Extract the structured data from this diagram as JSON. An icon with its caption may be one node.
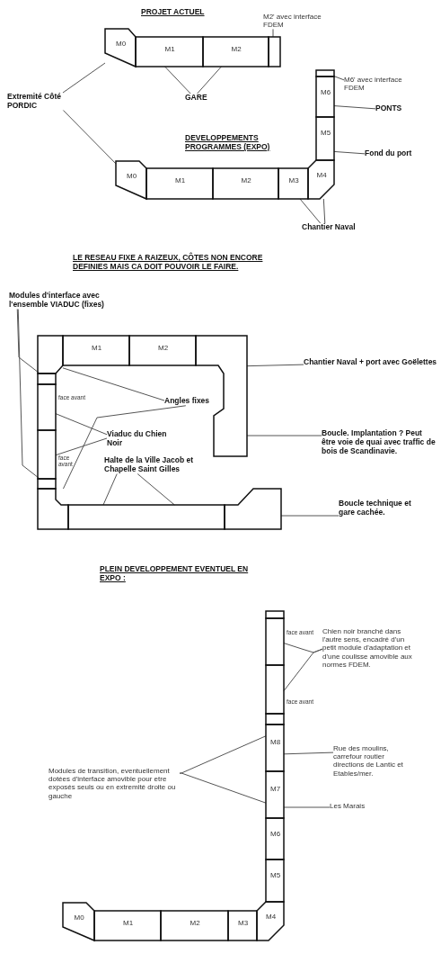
{
  "diagram": {
    "nodes": [
      {
        "text": [
          "M0"
        ]
      },
      {
        "text": [
          "M1"
        ]
      },
      {
        "text": [
          "M2"
        ]
      },
      {
        "text": [],
        "shape": "box"
      },
      {
        "text": [
          "M2' avec interface FDEM"
        ]
      },
      {
        "text": [
          "Extremité Côté PORDIC"
        ]
      },
      {
        "text": [
          "GARE"
        ]
      },
      {
        "text": [],
        "shape": "box"
      },
      {
        "text": [
          "M6' avec interface FDEM"
        ]
      },
      {
        "text": [
          "M6"
        ]
      },
      {
        "text": [
          "PONTS"
        ]
      },
      {
        "text": [
          "M5"
        ]
      },
      {
        "text": [
          "Fond du port"
        ]
      },
      {
        "text": [
          "M0"
        ]
      },
      {
        "text": [
          "M1"
        ]
      },
      {
        "text": [
          "M2"
        ]
      },
      {
        "text": [
          "M3"
        ]
      },
      {
        "text": [
          "M4"
        ]
      },
      {
        "text": [
          "Chantier Naval"
        ]
      },
      {
        "text": [
          "Modules d'interface avec l'ensemble VIADUC (fixes)"
        ]
      },
      {
        "text": [],
        "shape": "box"
      },
      {
        "text": [
          "M1"
        ]
      },
      {
        "text": [
          "M2"
        ]
      },
      {
        "text": [],
        "shape": "box"
      },
      {
        "text": [
          "Chantier Naval + port avec Goëlettes"
        ]
      },
      {
        "text": [],
        "shape": "box"
      },
      {
        "text": [],
        "shape": "box",
        "beside": [
          "face avant"
        ]
      },
      {
        "text": [
          "Angles fixes"
        ]
      },
      {
        "text": [
          "Viaduc du Chien Noir"
        ]
      },
      {
        "text": [],
        "shape": "box",
        "beside": [
          "face avant"
        ]
      },
      {
        "text": [
          "Boucle. Implantation ? Peut être voie de quai avec traffic de bois de Scandinavie."
        ]
      },
      {
        "text": [
          "Halte de la Ville Jacob et Chapelle Saint Gilles"
        ]
      },
      {
        "text": [],
        "shape": "box"
      },
      {
        "text": [],
        "shape": "box"
      },
      {
        "text": [],
        "shape": "box"
      },
      {
        "text": [],
        "shape": "box"
      },
      {
        "text": [
          "Boucle technique et gare cachée."
        ]
      },
      {
        "text": [],
        "shape": "box"
      },
      {
        "text": [],
        "shape": "box",
        "beside": [
          "face avant"
        ]
      },
      {
        "text": [
          "Chien noir branché dans l'autre sens, encadré d'un petit module d'adaptation et d'une coulisse amovible aux normes FDEM."
        ]
      },
      {
        "text": [],
        "shape": "box",
        "beside": [
          "face avant"
        ]
      },
      {
        "text": [],
        "shape": "box"
      },
      {
        "text": [
          "Modules de transition, eventuellement dotées d'interface amovible pour etre exposés seuls ou en extremité droite ou gauche"
        ]
      },
      {
        "text": [
          "M8"
        ]
      },
      {
        "text": [
          "Rue des moulins, carrefour routier directions de Lantic et Etables/mer."
        ]
      },
      {
        "text": [
          "M7"
        ]
      },
      {
        "text": [
          "Les Marais"
        ]
      },
      {
        "text": [
          "M6"
        ]
      },
      {
        "text": [
          "M5"
        ]
      },
      {
        "text": [
          "M0"
        ]
      },
      {
        "text": [
          "M1"
        ]
      },
      {
        "text": [
          "M2"
        ]
      },
      {
        "text": [
          "M3"
        ]
      },
      {
        "text": [
          "M4"
        ]
      }
    ],
    "edges": [
      {
        "from": 4,
        "to": 3,
        "arrow": "none"
      },
      {
        "from": 5,
        "to": 0,
        "arrow": "none"
      },
      {
        "from": 5,
        "to": 13,
        "arrow": "none"
      },
      {
        "from": 6,
        "to": 1,
        "arrow": "none"
      },
      {
        "from": 6,
        "to": 2,
        "arrow": "none"
      },
      {
        "from": 8,
        "to": 7,
        "arrow": "none"
      },
      {
        "from": 10,
        "to": 9,
        "arrow": "none"
      },
      {
        "from": 12,
        "to": 11,
        "arrow": "none"
      },
      {
        "from": 18,
        "to": 16,
        "arrow": "none"
      },
      {
        "from": 18,
        "to": 17,
        "arrow": "none"
      },
      {
        "from": 19,
        "to": 25,
        "arrow": "none"
      },
      {
        "from": 19,
        "to": 32,
        "arrow": "none"
      },
      {
        "from": 24,
        "to": 23,
        "arrow": "none"
      },
      {
        "from": 27,
        "to": 20,
        "arrow": "none"
      },
      {
        "from": 27,
        "to": 33,
        "arrow": "none"
      },
      {
        "from": 28,
        "to": 26,
        "arrow": "none"
      },
      {
        "from": 28,
        "to": 29,
        "arrow": "none"
      },
      {
        "from": 30,
        "to": 23,
        "arrow": "none"
      },
      {
        "from": 31,
        "to": 34,
        "arrow": "none"
      },
      {
        "from": 31,
        "to": 34,
        "arrow": "none"
      },
      {
        "from": 36,
        "to": 35,
        "arrow": "none"
      },
      {
        "from": 39,
        "to": 38,
        "arrow": "none"
      },
      {
        "from": 39,
        "to": 40,
        "arrow": "none"
      },
      {
        "from": 42,
        "to": 43,
        "arrow": "none"
      },
      {
        "from": 42,
        "to": 45,
        "arrow": "none"
      },
      {
        "from": 44,
        "to": 43,
        "arrow": "none"
      },
      {
        "from": 46,
        "to": 45,
        "arrow": "none"
      }
    ],
    "labels": [
      "PROJET ACTUEL",
      "DEVELOPPEMENTS PROGRAMMES (EXPO)",
      "LE RESEAU FIXE A RAIZEUX, CÔTES NON ENCORE DEFINIES MAIS CA DOIT POUVOIR LE FAIRE.",
      "PLEIN DEVELOPPEMENT EVENTUEL EN EXPO :"
    ]
  }
}
